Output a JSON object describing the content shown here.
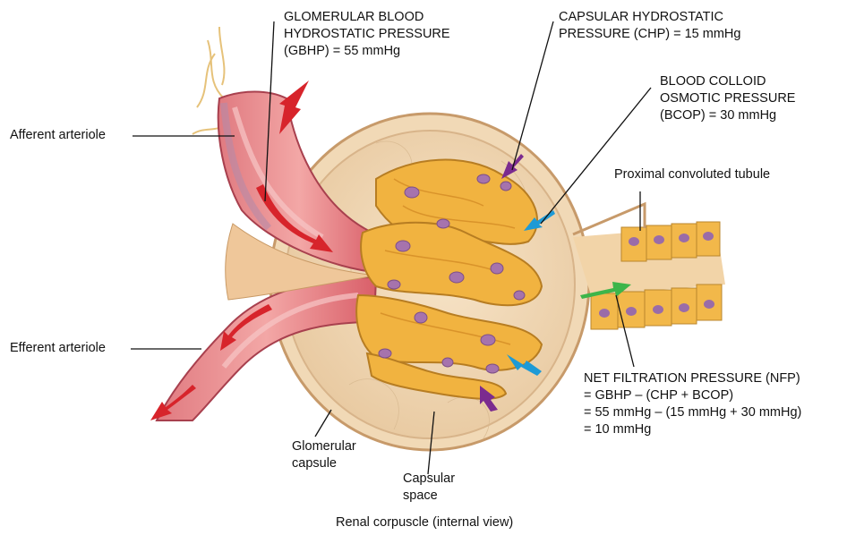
{
  "labels": {
    "gbhp": [
      "GLOMERULAR BLOOD",
      "HYDROSTATIC PRESSURE",
      "(GBHP) = 55 mmHg"
    ],
    "chp": [
      "CAPSULAR HYDROSTATIC",
      "PRESSURE (CHP) = 15 mmHg"
    ],
    "bcop": [
      "BLOOD COLLOID",
      "OSMOTIC PRESSURE",
      "(BCOP) = 30 mmHg"
    ],
    "afferent": "Afferent arteriole",
    "efferent": "Efferent arteriole",
    "proximal": "Proximal convoluted tubule",
    "nfp": [
      "NET FILTRATION PRESSURE (NFP)",
      "= GBHP – (CHP + BCOP)",
      "= 55 mmHg – (15 mmHg + 30 mmHg)",
      "= 10 mmHg"
    ],
    "capsule": [
      "Glomerular",
      "capsule"
    ],
    "space": [
      "Capsular",
      "space"
    ]
  },
  "caption": "Renal corpuscle (internal view)",
  "colors": {
    "gbhp_arrow": "#d7242b",
    "chp_arrow": "#7b2b8f",
    "bcop_arrow": "#1e9ad6",
    "nfp_arrow": "#3db54a",
    "capsule_wall": "#f3dec0",
    "capillary": "#f0b13c",
    "arteriole": "#e6707a"
  },
  "icons": [
    "gbhp-arrow-icon",
    "chp-arrow-icon",
    "bcop-arrow-icon",
    "nfp-arrow-icon"
  ]
}
